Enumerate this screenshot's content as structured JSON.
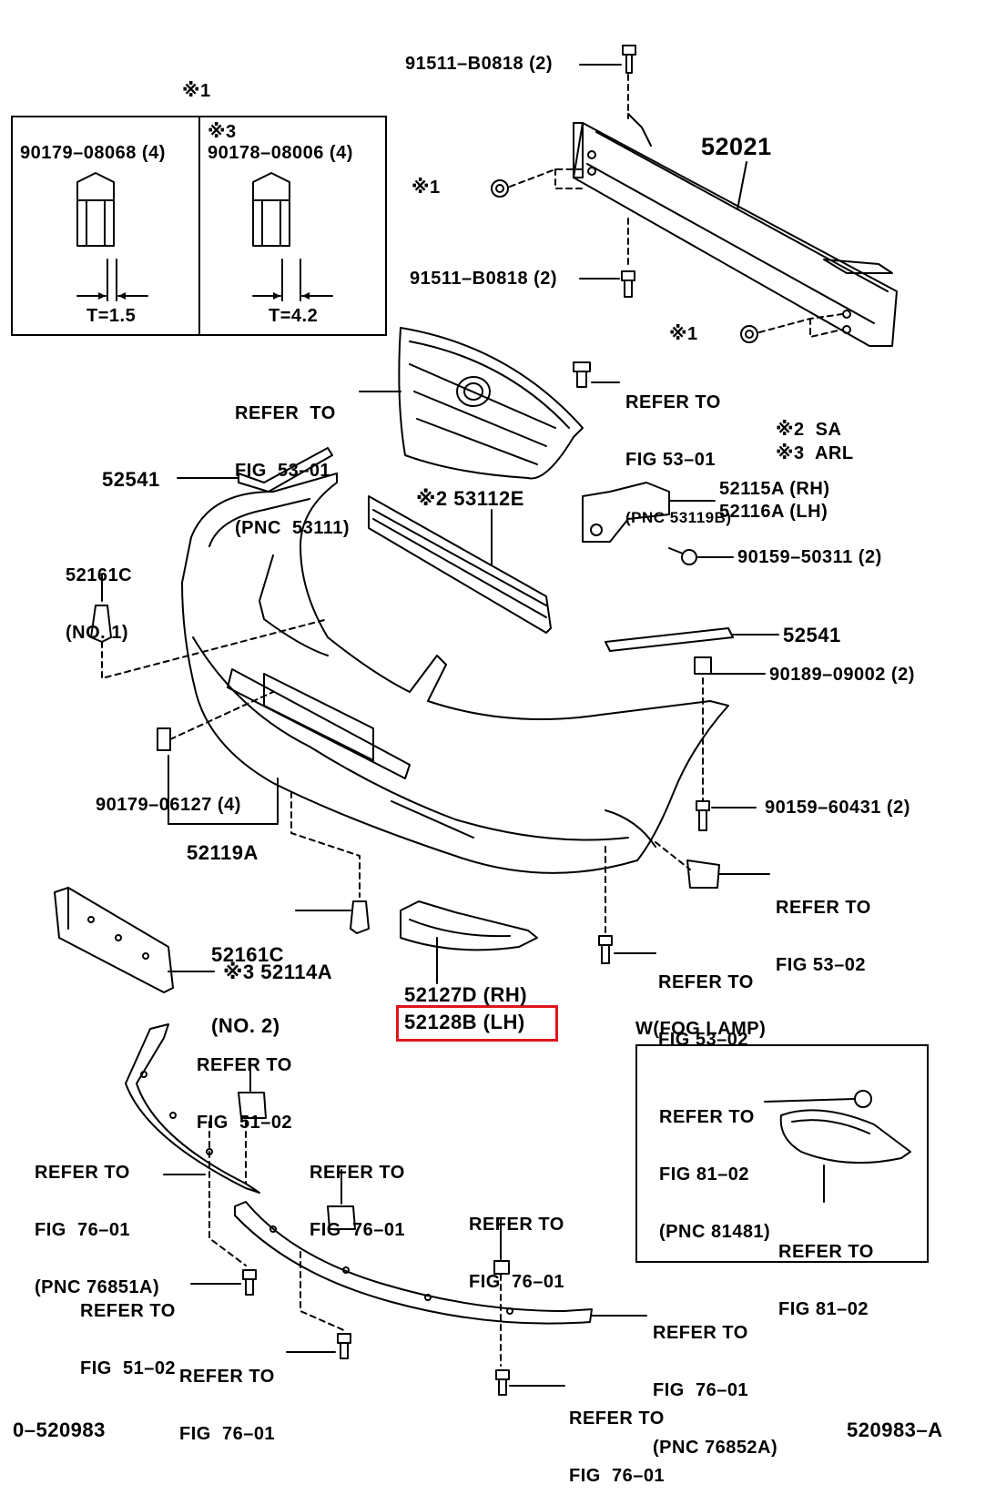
{
  "callouts": {
    "bolt_top": "91511–B0818 (2)",
    "note1_label": "※1",
    "box_left_part": "90179–08068 (4)",
    "box_note3": "※3",
    "box_right_part": "90178–08006 (4)",
    "box_t_left": "T=1.5",
    "box_t_right": "T=4.2",
    "reinforcement": "52021",
    "nut_note_upper": "※1",
    "bolt_lower": "91511–B0818 (2)",
    "nut_note_lower": "※1",
    "grille_ref": [
      "REFER  TO",
      "FIG  53–01",
      "(PNC  53111)"
    ],
    "clip_ref": [
      "REFER TO",
      "FIG 53–01",
      "(PNC 53119B)"
    ],
    "legend_sa": "※2  SA",
    "legend_arl": "※3  ARL",
    "retainer_upper": "52541",
    "lower_grille": "※2 53112E",
    "support_rh": "52115A (RH)",
    "support_lh": "52116A (LH)",
    "retainer_clip_1": [
      "52161C",
      "(NO. 1)"
    ],
    "screw_support": "90159–50311 (2)",
    "retainer_right": "52541",
    "nut_right": "90189–09002 (2)",
    "nut_left": "90179–06127 (4)",
    "screw_right": "90159–60431 (2)",
    "bumper_cover": "52119A",
    "ref_53_02_a": [
      "REFER TO",
      "FIG 53–02"
    ],
    "retainer_clip_2": [
      "52161C",
      "(NO. 2)"
    ],
    "ref_53_02_b": [
      "REFER TO",
      "FIG 53–02"
    ],
    "lower_bracket": "※3 52114A",
    "cover_rh": "52127D (RH)",
    "cover_lh": "52128B (LH)",
    "ref_51_02_a": [
      "REFER TO",
      "FIG  51–02"
    ],
    "fog_box_title": "W(FOG LAMP)",
    "fog_ref_81_02_top": [
      "REFER TO",
      "FIG 81–02",
      "(PNC 81481)"
    ],
    "spoiler_ref_76851": [
      "REFER TO",
      "FIG  76–01",
      "(PNC 76851A)"
    ],
    "ref_76_01_mid": [
      "REFER TO",
      "FIG  76–01"
    ],
    "ref_76_01_right": [
      "REFER TO",
      "FIG  76–01"
    ],
    "fog_ref_81_02_bottom": [
      "REFER TO",
      "FIG 81–02"
    ],
    "ref_51_02_b": [
      "REFER TO",
      "FIG  51–02"
    ],
    "spoiler_ref_76852": [
      "REFER TO",
      "FIG  76–01",
      "(PNC 76852A)"
    ],
    "ref_76_01_bottom_left": [
      "REFER TO",
      "FIG  76–01"
    ],
    "ref_76_01_bottom_right": [
      "REFER TO",
      "FIG  76–01"
    ]
  },
  "footer": {
    "left_code": "0–520983",
    "right_code": "520983–A"
  },
  "highlight_color": "#e0141c"
}
